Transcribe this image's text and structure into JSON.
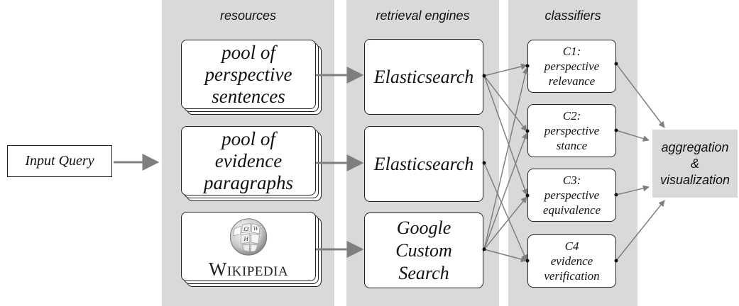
{
  "panels": {
    "resources_title": "resources",
    "engines_title": "retrieval engines",
    "classifiers_title": "classifiers"
  },
  "input": {
    "label": "Input Query"
  },
  "resources": [
    {
      "lines": [
        "pool of",
        "perspective",
        "sentences"
      ]
    },
    {
      "lines": [
        "pool of",
        "evidence",
        "paragraphs"
      ]
    },
    {
      "logo_text": "Wikipedia",
      "logo_icon": "wikipedia-globe-icon"
    }
  ],
  "engines": [
    {
      "lines": [
        "Elasticsearch"
      ]
    },
    {
      "lines": [
        "Elasticsearch"
      ]
    },
    {
      "lines": [
        "Google",
        "Custom",
        "Search"
      ]
    }
  ],
  "classifiers": [
    {
      "lines": [
        "C1:",
        "perspective",
        "relevance"
      ]
    },
    {
      "lines": [
        "C2:",
        "perspective",
        "stance"
      ]
    },
    {
      "lines": [
        "C3:",
        "perspective",
        "equivalence"
      ]
    },
    {
      "lines": [
        "C4",
        "evidence",
        "verification"
      ]
    }
  ],
  "output": {
    "lines": [
      "aggregation",
      "&",
      "visualization"
    ]
  },
  "colors": {
    "panel": "#d9d9d9",
    "arrow": "#7f7f7f",
    "border": "#222222"
  }
}
